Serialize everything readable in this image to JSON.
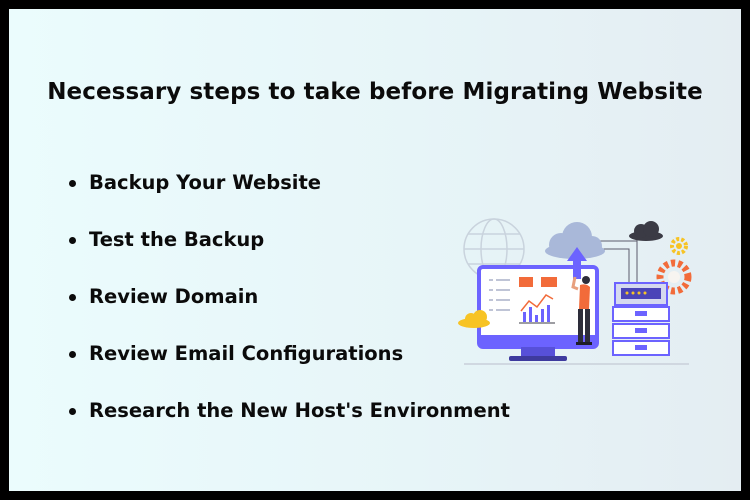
{
  "title": "Necessary steps to take before Migrating Website",
  "steps": [
    {
      "label": "Backup Your Website"
    },
    {
      "label": "Test the Backup"
    },
    {
      "label": "Review Domain"
    },
    {
      "label": "Review Email Configurations"
    },
    {
      "label": "Research the New Host's Environment"
    }
  ],
  "colors": {
    "background": "#e9f8fa",
    "border": "#000000",
    "text": "#0b0b0b",
    "accent_purple": "#6c63ff",
    "accent_orange": "#f26b3a",
    "accent_yellow": "#f7c325",
    "cloud": "#a9b8d9"
  },
  "illustration": {
    "icons": [
      "globe-icon",
      "cloud-upload-icon",
      "upload-arrow-icon",
      "dark-cloud-icon",
      "yellow-cloud-icon",
      "gear-icon",
      "monitor-icon",
      "bar-chart-icon",
      "server-rack-icon",
      "person-figure"
    ]
  }
}
